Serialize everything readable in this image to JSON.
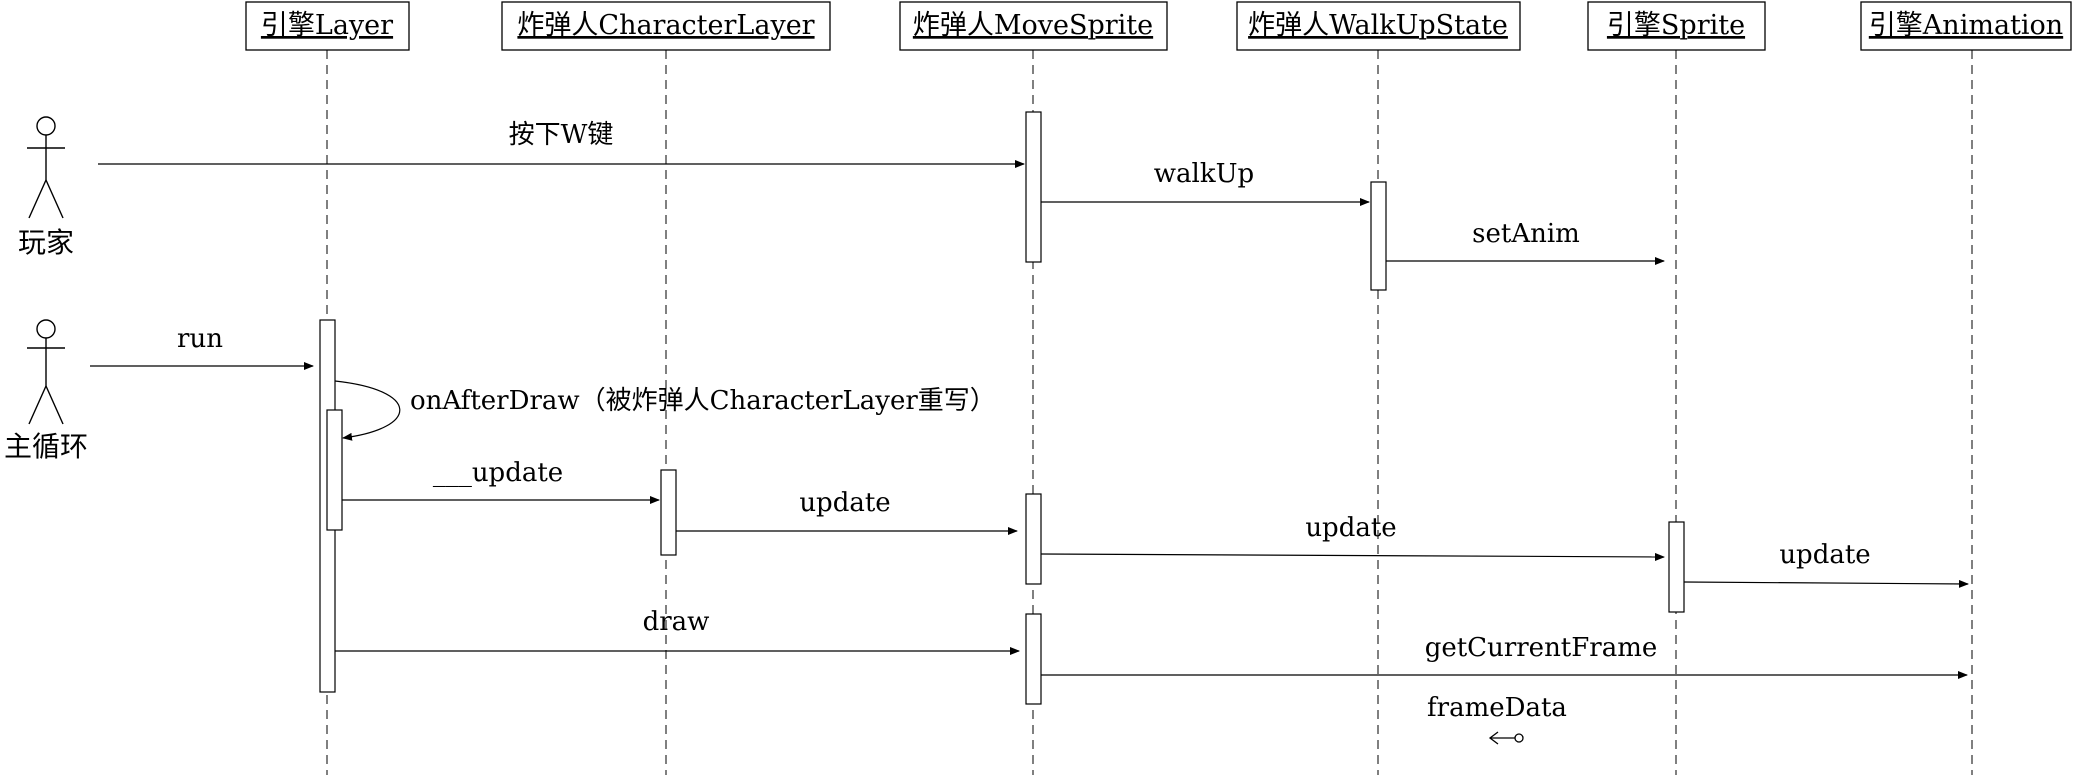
{
  "lifelines": [
    {
      "id": "engine-layer",
      "label": "引擎Layer"
    },
    {
      "id": "bomber-character-layer",
      "label": "炸弹人CharacterLayer"
    },
    {
      "id": "bomber-move-sprite",
      "label": "炸弹人MoveSprite"
    },
    {
      "id": "bomber-walk-up-state",
      "label": "炸弹人WalkUpState"
    },
    {
      "id": "engine-sprite",
      "label": "引擎Sprite"
    },
    {
      "id": "engine-animation",
      "label": "引擎Animation"
    }
  ],
  "actors": [
    {
      "id": "player",
      "label": "玩家"
    },
    {
      "id": "main-loop",
      "label": "主循环"
    }
  ],
  "messages": [
    {
      "id": "press-w",
      "from": "player",
      "to": "bomber-move-sprite",
      "label": "按下W键"
    },
    {
      "id": "walk-up",
      "from": "bomber-move-sprite",
      "to": "bomber-walk-up-state",
      "label": "walkUp"
    },
    {
      "id": "set-anim",
      "from": "bomber-walk-up-state",
      "to": "engine-sprite",
      "label": "setAnim"
    },
    {
      "id": "run",
      "from": "main-loop",
      "to": "engine-layer",
      "label": "run"
    },
    {
      "id": "on-after-draw",
      "from": "engine-layer",
      "to": "engine-layer",
      "label": "onAfterDraw（被炸弹人CharacterLayer重写）",
      "self": true
    },
    {
      "id": "__update",
      "from": "engine-layer",
      "to": "bomber-character-layer",
      "label": "___update"
    },
    {
      "id": "update-1",
      "from": "bomber-character-layer",
      "to": "bomber-move-sprite",
      "label": "update"
    },
    {
      "id": "update-2",
      "from": "bomber-move-sprite",
      "to": "engine-sprite",
      "label": "update"
    },
    {
      "id": "update-3",
      "from": "engine-sprite",
      "to": "engine-animation",
      "label": "update"
    },
    {
      "id": "draw",
      "from": "engine-layer",
      "to": "bomber-move-sprite",
      "label": "draw"
    },
    {
      "id": "get-current-frame",
      "from": "bomber-move-sprite",
      "to": "engine-animation",
      "label": "getCurrentFrame"
    }
  ],
  "return_value": {
    "label": "frameData"
  }
}
